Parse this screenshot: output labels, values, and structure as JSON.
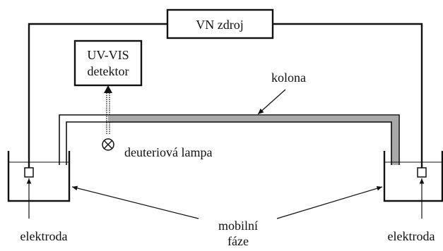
{
  "labels": {
    "power_supply": "VN zdroj",
    "detector_line1": "UV-VIS",
    "detector_line2": "detektor",
    "column": "kolona",
    "lamp": "deuteriová lampa",
    "mobile_phase_line1": "mobilní",
    "mobile_phase_line2": "fáze",
    "electrode_left": "elektroda",
    "electrode_right": "elektroda"
  },
  "colors": {
    "stroke": "#111111",
    "column_fill": "#a9a9a9"
  }
}
